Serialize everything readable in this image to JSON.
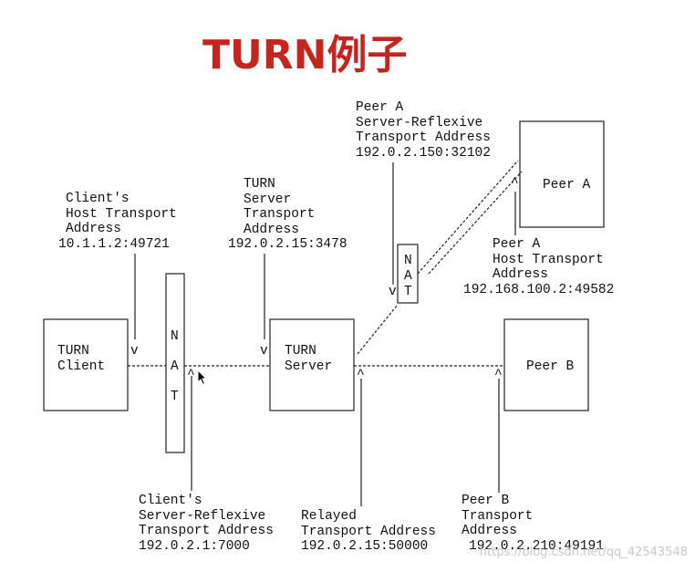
{
  "title": "TURN例子",
  "labels": {
    "client_host": [
      "Client's",
      "Host Transport",
      "Address",
      "10.1.1.2:49721"
    ],
    "turn_server_addr": [
      "TURN",
      "Server",
      "Transport",
      "Address",
      "192.0.2.15:3478"
    ],
    "peer_a_reflexive": [
      "Peer A",
      "Server-Reflexive",
      "Transport Address",
      "192.0.2.150:32102"
    ],
    "peer_a_host": [
      "Peer A",
      "Host Transport",
      "Address",
      "192.168.100.2:49582"
    ],
    "client_reflexive": [
      "Client's",
      "Server-Reflexive",
      "Transport Address",
      "192.0.2.1:7000"
    ],
    "relayed": [
      "Relayed",
      "Transport Address",
      "192.0.2.15:50000"
    ],
    "peer_b_transport": [
      "Peer B",
      "Transport",
      "Address",
      "192.0.2.210:49191"
    ]
  },
  "boxes": {
    "turn_client": [
      "TURN",
      "Client"
    ],
    "turn_server": [
      "TURN",
      "Server"
    ],
    "peer_a": "Peer A",
    "peer_b": "Peer B"
  },
  "nat": [
    "N",
    "A",
    "T"
  ],
  "watermark": "https://blog.csdn.net/qq_42543548"
}
